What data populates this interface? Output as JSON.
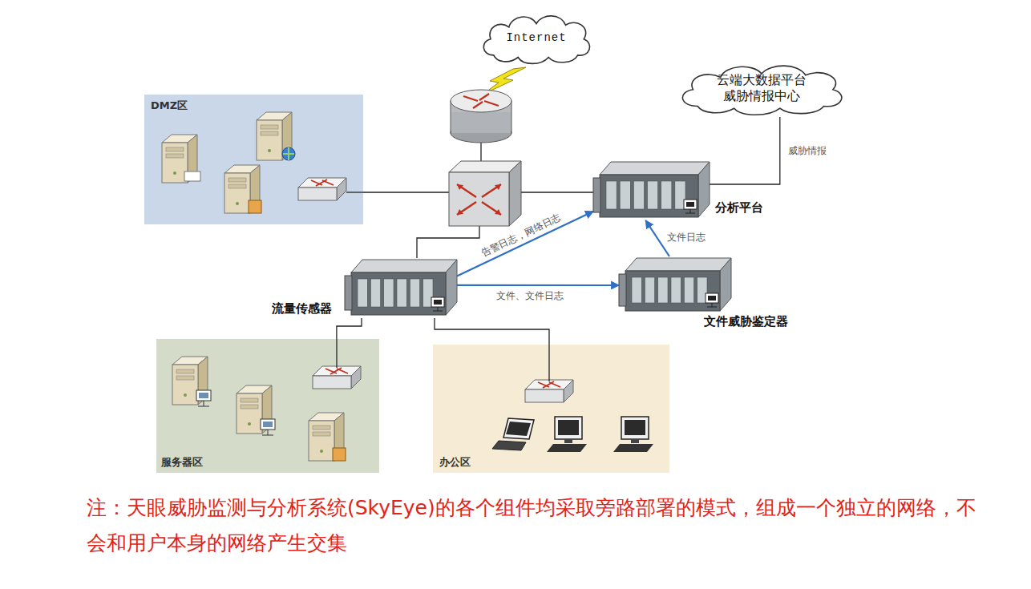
{
  "diagram": {
    "caption": "注：天眼威胁监测与分析系统(SkyEye)的各个组件均采取旁路部署的模式，组成一个独立的网络，不会和用户本身的网络产生交集",
    "nodes": [
      {
        "text": [
          "Internet"
        ]
      },
      {
        "text": [
          "云端大数据平台 威胁情报中心"
        ]
      },
      {
        "text": [
          "DMZ区"
        ]
      },
      {
        "text": [
          "分析平台"
        ]
      },
      {
        "text": [
          "流量传感器"
        ]
      },
      {
        "text": [
          "文件威胁鉴定器"
        ]
      },
      {
        "text": [
          "服务器区"
        ]
      },
      {
        "text": [
          "办公区"
        ]
      }
    ],
    "edges": [
      {
        "from": 4,
        "to": 3,
        "arrow": "to",
        "label": "告警日志，网络日志"
      },
      {
        "from": 4,
        "to": 5,
        "arrow": "to",
        "label": "文件、文件日志"
      },
      {
        "from": 5,
        "to": 3,
        "arrow": "to",
        "label": "文件日志"
      },
      {
        "from": 1,
        "to": 3,
        "arrow": "none",
        "label": "威胁情报"
      },
      {
        "from": 4,
        "to": 6,
        "arrow": "none"
      },
      {
        "from": 4,
        "to": 7,
        "arrow": "none"
      }
    ]
  }
}
